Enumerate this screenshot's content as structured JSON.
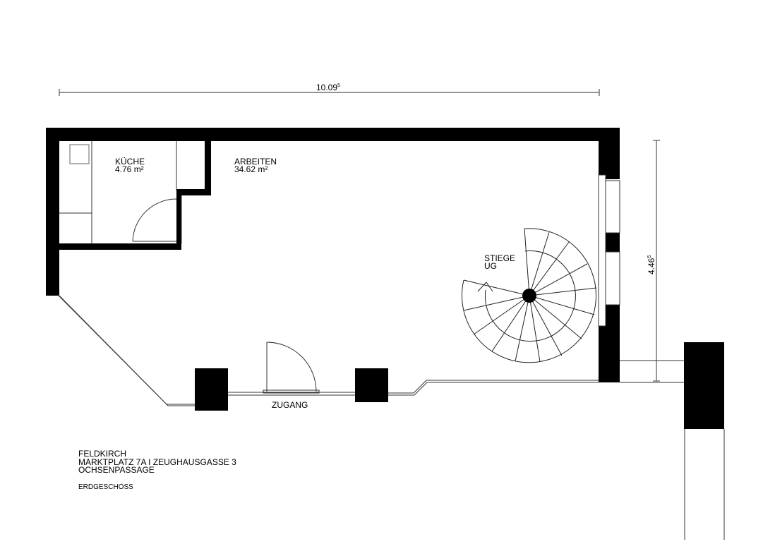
{
  "plan": {
    "dimensions": {
      "width": {
        "value": "10.09",
        "sup": "5"
      },
      "depth": {
        "value": "4.46",
        "sup": "5"
      }
    },
    "rooms": [
      {
        "name": "KÜCHE",
        "area": "4.76 m²"
      },
      {
        "name": "ARBEITEN",
        "area": "34.62 m²"
      }
    ],
    "stair": {
      "line1": "STIEGE",
      "line2": "UG"
    },
    "entrance": {
      "label": "ZUGANG"
    }
  },
  "info": {
    "city": "FELDKIRCH",
    "address": "MARKTPLATZ 7A I ZEUGHAUSGASSE 3",
    "building": "OCHSENPASSAGE",
    "floor": "ERDGESCHOSS"
  },
  "colors": {
    "wall": "#000000",
    "line": "#333333",
    "background": "#ffffff"
  }
}
